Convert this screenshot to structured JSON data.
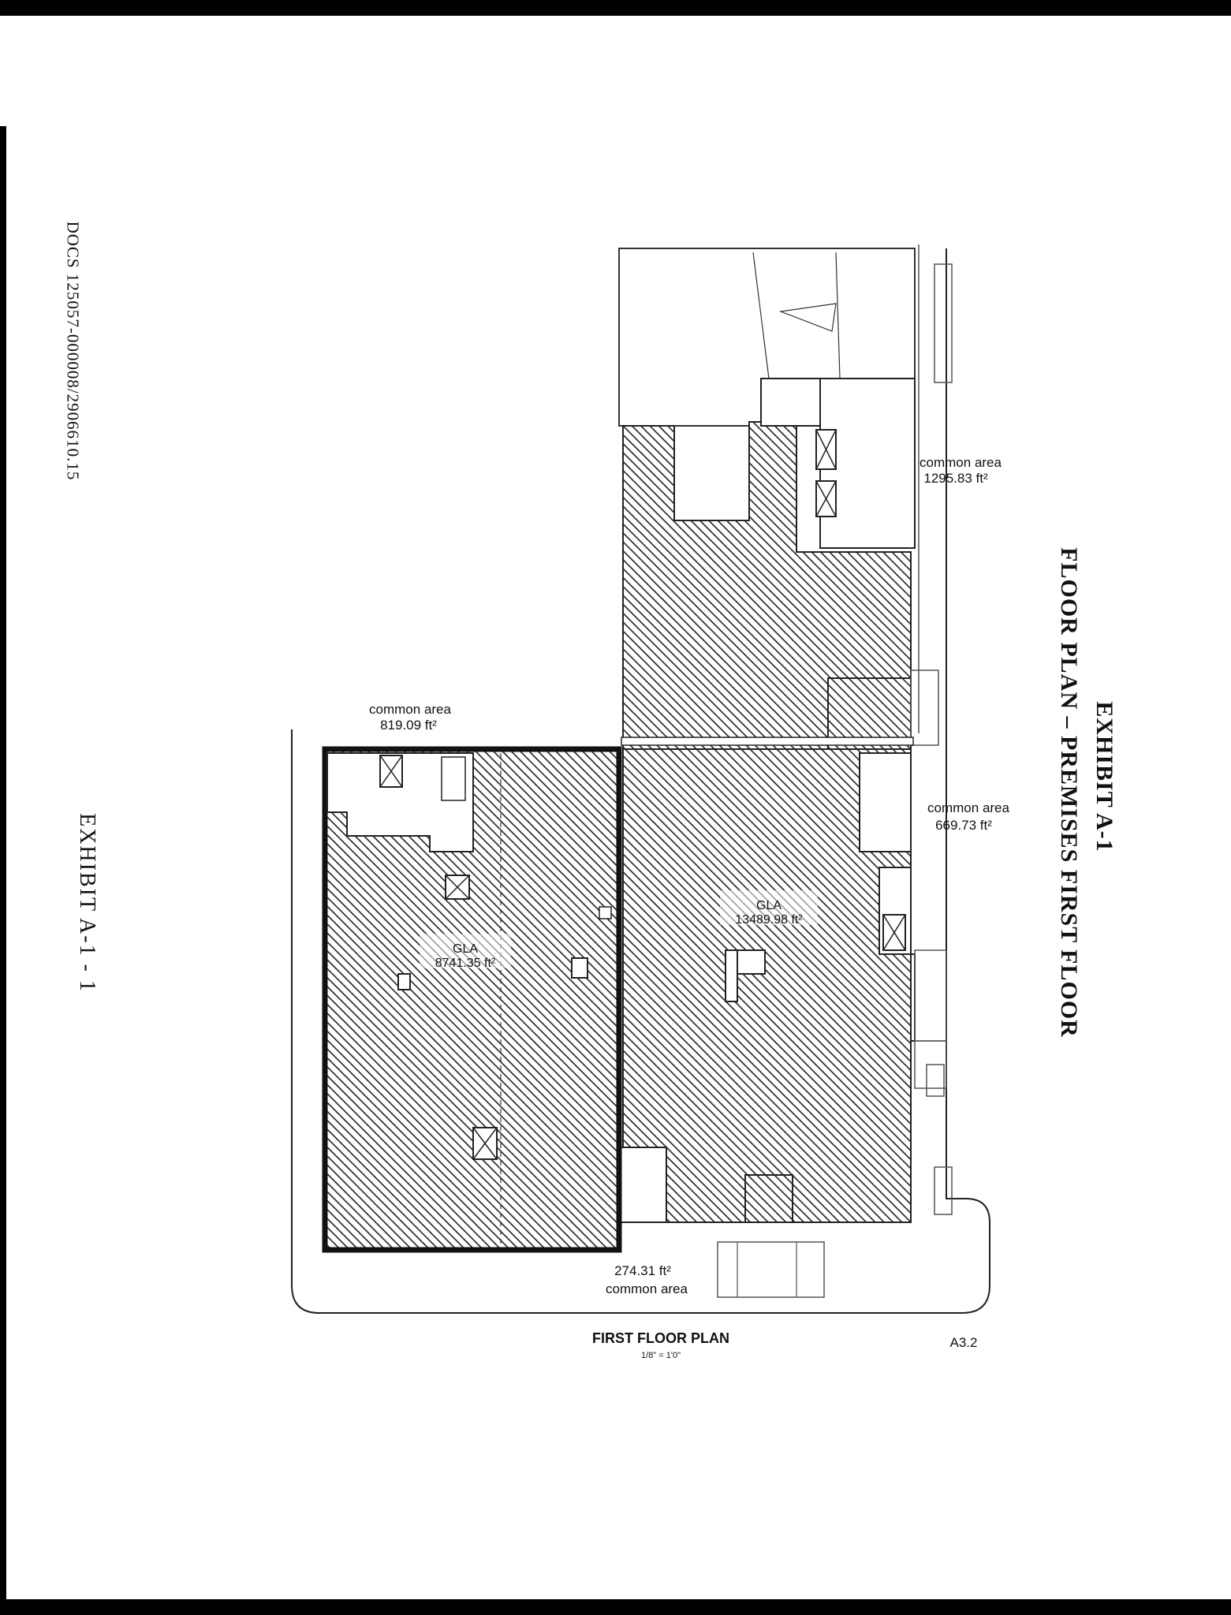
{
  "page": {
    "docs_reference": "DOCS 125057-000008/2906610.15",
    "exhibit_side_label": "EXHIBIT A-1 - 1",
    "exhibit_title": "EXHIBIT A-1",
    "exhibit_subtitle": "FLOOR PLAN – PREMISES FIRST FLOOR"
  },
  "plan": {
    "common_area_1_label": "common area",
    "common_area_1_value": "819.09 ft²",
    "common_area_2_label": "common area",
    "common_area_2_value": "1295.83 ft²",
    "common_area_3_label": "common area",
    "common_area_3_value": "669.73 ft²",
    "common_area_4_value": "274.31 ft²",
    "common_area_4_label": "common area",
    "gla_left_label": "GLA",
    "gla_left_value": "8741.35 ft²",
    "gla_right_label": "GLA",
    "gla_right_value": "13489.98 ft²",
    "plan_title": "FIRST FLOOR PLAN",
    "plan_scale": "1/8\" = 1'0\"",
    "sheet_number": "A3.2"
  }
}
